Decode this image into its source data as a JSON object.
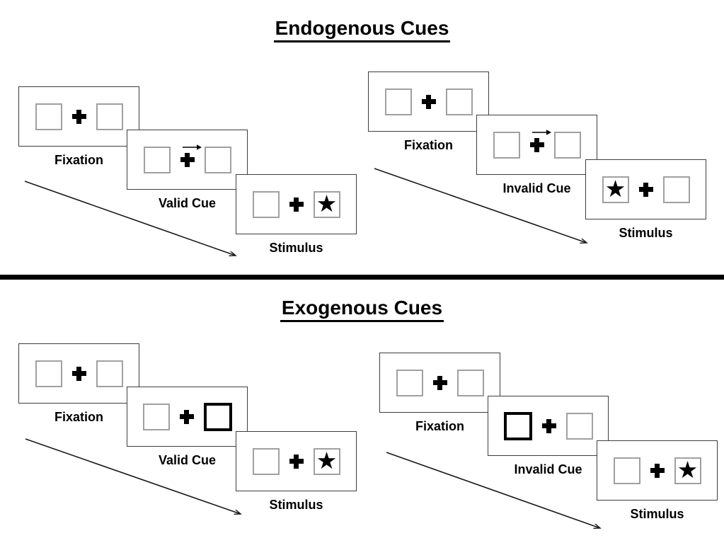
{
  "icons": {
    "star": "★"
  },
  "colors": {
    "ink": "#000000",
    "panel_border": "#3d3d3d",
    "placeholder_box_border": "#a0a0a0",
    "cue_box_border": "#000000"
  },
  "sections": [
    {
      "title": "Endogenous Cues",
      "sequences": [
        {
          "name": "valid",
          "panels": [
            {
              "label": "Fixation",
              "cue": "none",
              "star": "none"
            },
            {
              "label": "Valid Cue",
              "cue": "arrow-right",
              "star": "none"
            },
            {
              "label": "Stimulus",
              "cue": "none",
              "star": "right"
            }
          ]
        },
        {
          "name": "invalid",
          "panels": [
            {
              "label": "Fixation",
              "cue": "none",
              "star": "none"
            },
            {
              "label": "Invalid Cue",
              "cue": "arrow-right",
              "star": "none"
            },
            {
              "label": "Stimulus",
              "cue": "none",
              "star": "left"
            }
          ]
        }
      ]
    },
    {
      "title": "Exogenous Cues",
      "sequences": [
        {
          "name": "valid",
          "panels": [
            {
              "label": "Fixation",
              "cue": "none",
              "star": "none"
            },
            {
              "label": "Valid Cue",
              "cue": "box-right",
              "star": "none"
            },
            {
              "label": "Stimulus",
              "cue": "none",
              "star": "right"
            }
          ]
        },
        {
          "name": "invalid",
          "panels": [
            {
              "label": "Fixation",
              "cue": "none",
              "star": "none"
            },
            {
              "label": "Invalid Cue",
              "cue": "box-left",
              "star": "none"
            },
            {
              "label": "Stimulus",
              "cue": "none",
              "star": "right"
            }
          ]
        }
      ]
    }
  ]
}
